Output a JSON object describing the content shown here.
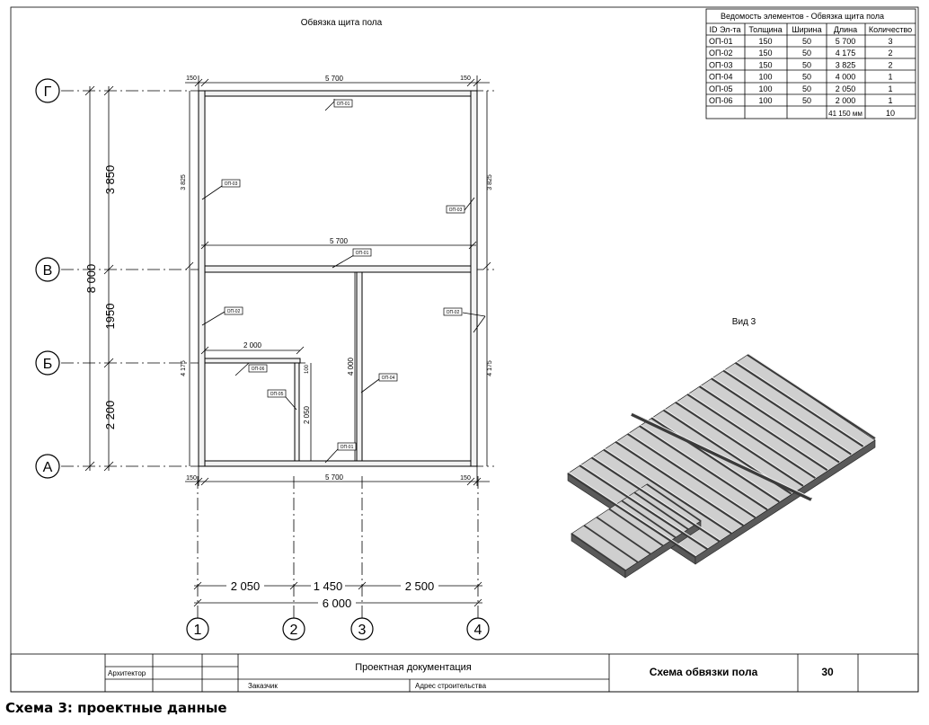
{
  "drawing": {
    "title": "Обвязка щита пола",
    "view_label": "Вид 3",
    "axes_letters": [
      "Г",
      "В",
      "Б",
      "А"
    ],
    "axes_numbers": [
      "1",
      "2",
      "3",
      "4"
    ],
    "dims": {
      "top_left": "150",
      "top_mid": "5 700",
      "top_right": "150",
      "mid_beam": "5 700",
      "bot_left": "150",
      "bot_mid": "5 700",
      "bot_right": "150",
      "left_total": "8 000",
      "left_g_v": "3 850",
      "left_v_b": "1950",
      "left_b_a": "2 200",
      "side_upper_left": "3 825",
      "side_upper_right": "3 825",
      "side_lower_left": "4 175",
      "side_lower_right": "4 175",
      "inner_2000": "2 000",
      "inner_4000": "4 000",
      "inner_2050": "2 050",
      "inner_100": "100",
      "chain_1": "2 050",
      "chain_2": "1 450",
      "chain_3": "2 500",
      "chain_total": "6 000"
    },
    "tags": {
      "top_beam": "ОП-01",
      "mid_beam": "ОП-01",
      "bottom_beam": "ОП-01",
      "left_upper": "ОП-03",
      "right_upper": "ОП-03",
      "left_lower": "ОП-02",
      "right_lower": "ОП-02",
      "inner_vertical": "ОП-04",
      "inner_horizontal": "ОП-06",
      "inner_short": "ОП-05"
    }
  },
  "table": {
    "title": "Ведомость элементов - Обвязка щита пола",
    "headers": [
      "ID Эл-та",
      "Толщина",
      "Ширина",
      "Длина",
      "Количество"
    ],
    "rows": [
      [
        "ОП-01",
        "150",
        "50",
        "5 700",
        "3"
      ],
      [
        "ОП-02",
        "150",
        "50",
        "4 175",
        "2"
      ],
      [
        "ОП-03",
        "150",
        "50",
        "3 825",
        "2"
      ],
      [
        "ОП-04",
        "100",
        "50",
        "4 000",
        "1"
      ],
      [
        "ОП-05",
        "100",
        "50",
        "2 050",
        "1"
      ],
      [
        "ОП-06",
        "100",
        "50",
        "2 000",
        "1"
      ]
    ],
    "total_length": "41 150 мм",
    "total_count": "10"
  },
  "title_block": {
    "role": "Архитектор",
    "project": "Проектная документация",
    "customer_label": "Заказчик",
    "address_label": "Адрес строительства",
    "sheet_name": "Схема обвязки пола",
    "sheet_number": "30"
  },
  "caption": "Схема 3: проектные данные"
}
